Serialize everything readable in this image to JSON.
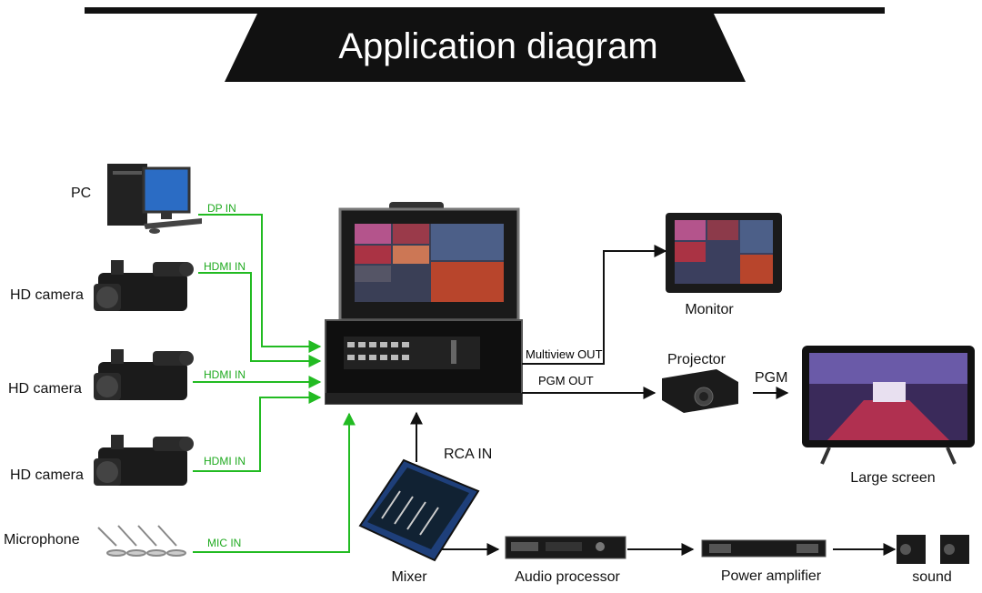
{
  "title": "Application diagram",
  "sources": {
    "pc": "PC",
    "camera1": "HD camera",
    "camera2": "HD camera",
    "camera3": "HD camera",
    "microphone": "Microphone"
  },
  "inputs": {
    "dp": "DP IN",
    "hdmi1": "HDMI IN",
    "hdmi2": "HDMI IN",
    "hdmi3": "HDMI IN",
    "mic": "MIC IN",
    "rca": "RCA IN"
  },
  "outputs": {
    "multiview": "Multiview OUT",
    "pgm_out": "PGM OUT",
    "pgm": "PGM"
  },
  "devices": {
    "monitor": "Monitor",
    "projector": "Projector",
    "large_screen": "Large screen",
    "mixer": "Mixer",
    "audio_processor": "Audio processor",
    "power_amplifier": "Power amplifier",
    "sound": "sound"
  },
  "colors": {
    "title_bar": "#111111",
    "input_line": "#22bb22",
    "output_line": "#111111"
  }
}
